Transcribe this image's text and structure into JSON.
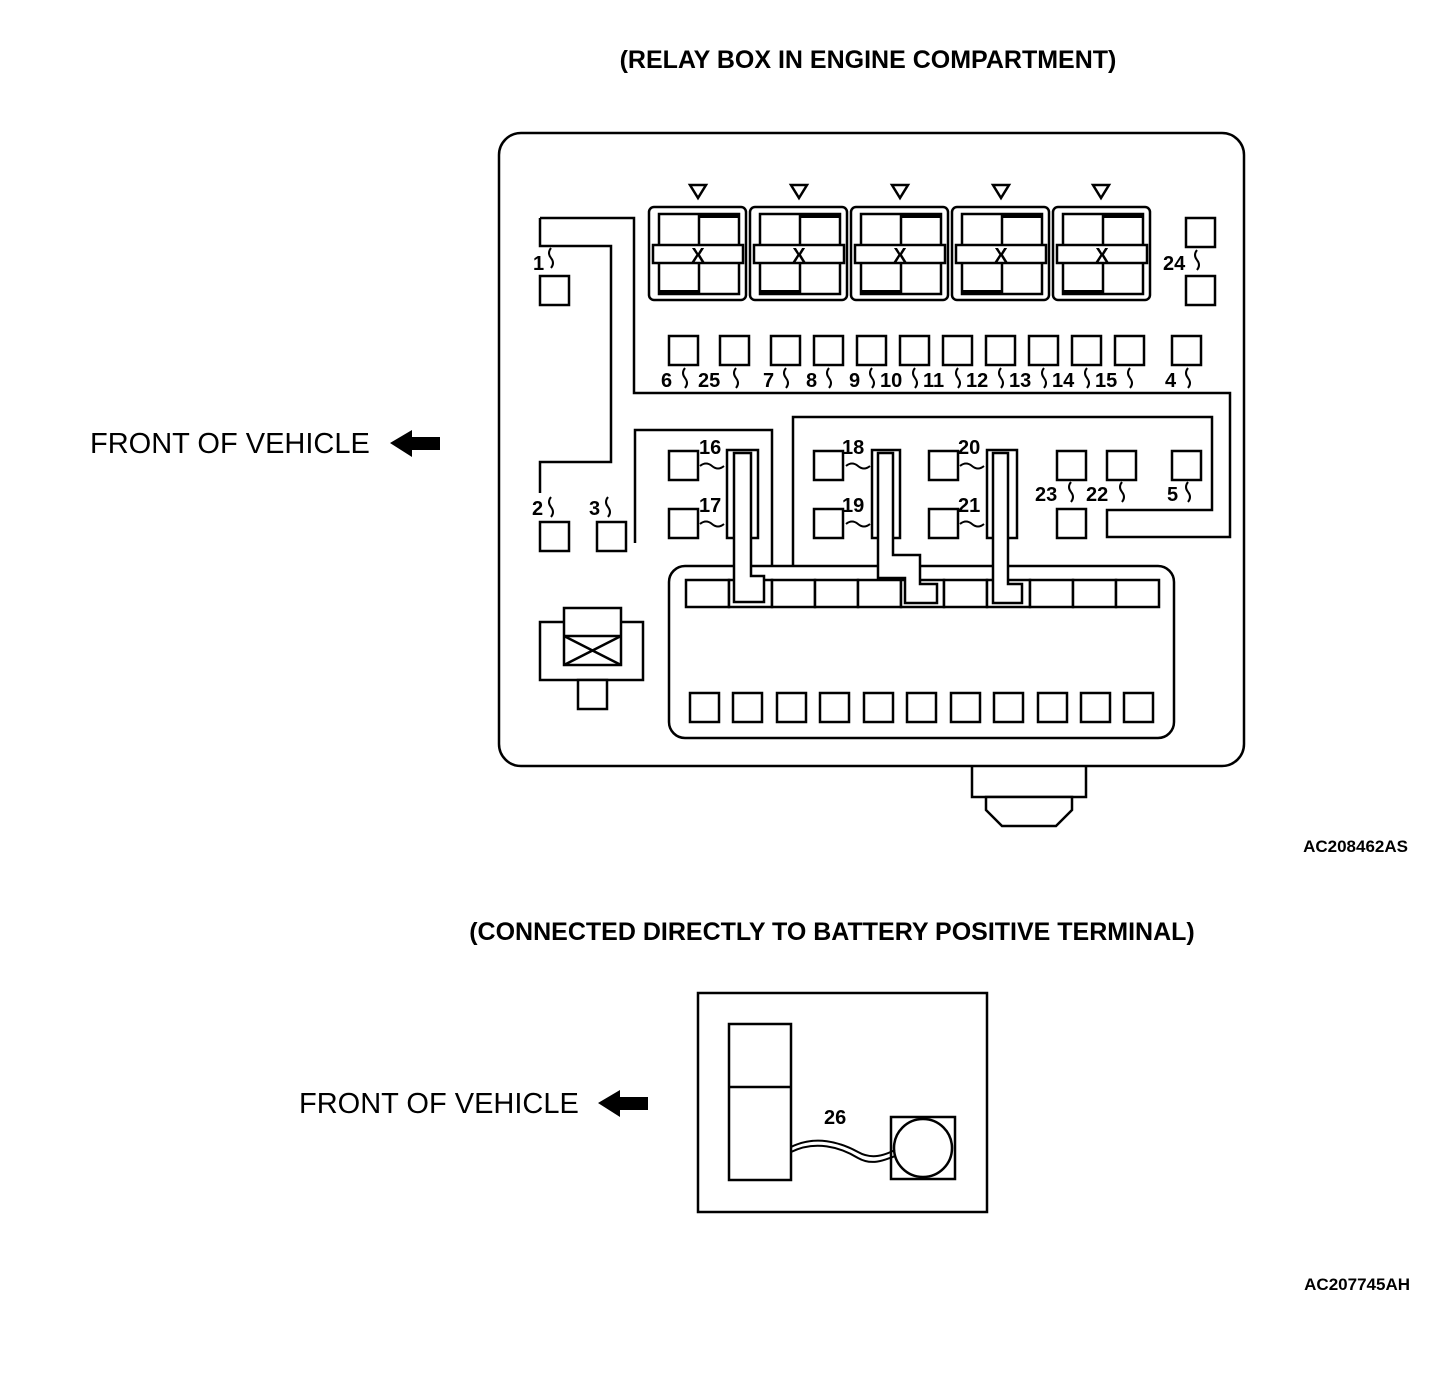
{
  "diagram1": {
    "title": "(RELAY BOX IN ENGINE COMPARTMENT)",
    "front_label": "FRONT OF VEHICLE",
    "code": "AC208462AS",
    "relay_mark": "X",
    "labels": [
      "1",
      "2",
      "3",
      "4",
      "5",
      "6",
      "7",
      "8",
      "9",
      "10",
      "11",
      "12",
      "13",
      "14",
      "15",
      "16",
      "17",
      "18",
      "19",
      "20",
      "21",
      "22",
      "23",
      "24",
      "25"
    ]
  },
  "diagram2": {
    "title": "(CONNECTED DIRECTLY TO BATTERY POSITIVE TERMINAL)",
    "front_label": "FRONT OF VEHICLE",
    "code": "AC207745AH",
    "label": "26"
  }
}
